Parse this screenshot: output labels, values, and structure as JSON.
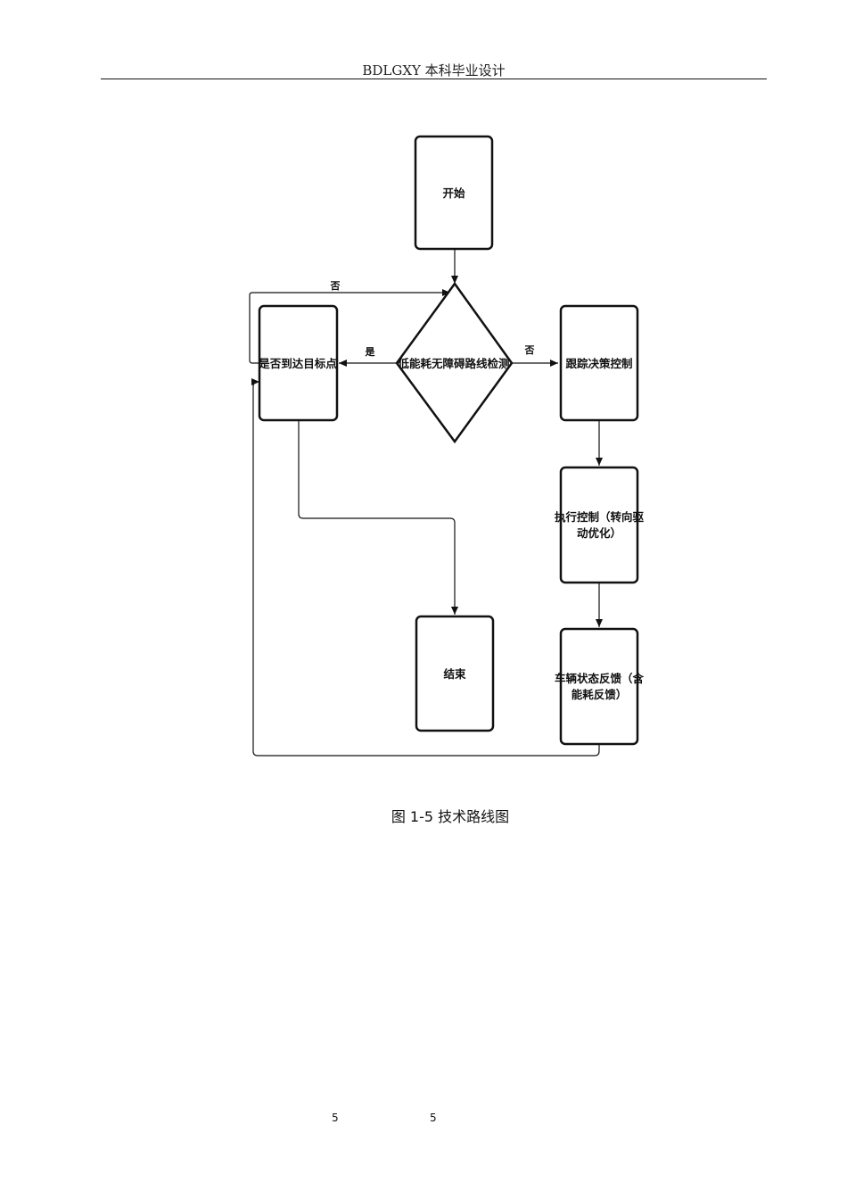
{
  "header": {
    "title": "BDLGXY 本科毕业设计"
  },
  "diagram": {
    "nodes": {
      "start": "开始",
      "decision": "低能耗无障碍路线检测",
      "reached": "是否到达目标点",
      "tracking": "跟踪决策控制",
      "execute": [
        "执行控制（转向驱",
        "动优化）"
      ],
      "feedback": [
        "车辆状态反馈（含",
        "能耗反馈）"
      ],
      "end": "结束"
    },
    "edge_labels": {
      "yes": "是",
      "no_right": "否",
      "no_top": "否"
    }
  },
  "caption": "图 1-5  技术路线图",
  "page_numbers": [
    "5",
    "5"
  ]
}
